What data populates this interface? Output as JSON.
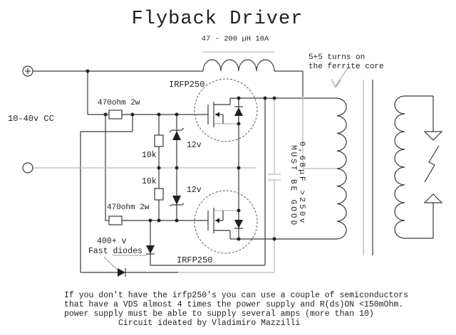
{
  "title": "Flyback Driver",
  "colors": {
    "line": "#3a3a3a",
    "gray_wire": "#b9b9b9",
    "background": "#ffffff",
    "text": "#1f1f1f"
  },
  "schematic": {
    "inductor_label": "47 - 200 µH 10A",
    "transformer_note": {
      "line1": "5+5 turns on",
      "line2": "the ferrite core"
    },
    "supply_label": "10-40v CC",
    "mosfet_top_label": "IRFP250",
    "mosfet_bottom_label": "IRFP250",
    "gate_resistor_top_label": "470ohm 2w",
    "gate_resistor_bottom_label": "470ohm 2w",
    "pulldown_resistor_top_label": "10k",
    "pulldown_resistor_bottom_label": "10k",
    "zener_top_label": "12v",
    "zener_bottom_label": "12v",
    "fast_diode_note": {
      "line1": "400+ v",
      "line2": "Fast diodes"
    },
    "capacitor_note": {
      "line1": "0,68µF >250v",
      "line2": "MUST BE GOOD"
    }
  },
  "footer": {
    "line1": "If you don't have the irfp250's you can use a couple of semiconductors",
    "line2": "that have a VDS almost 4 times the power supply and R(ds)ON <150mOhm.",
    "line3": "power supply must be able to supply several amps (more than 10)",
    "line4": "Circuit ideated by Vladimiro Mazzilli"
  }
}
